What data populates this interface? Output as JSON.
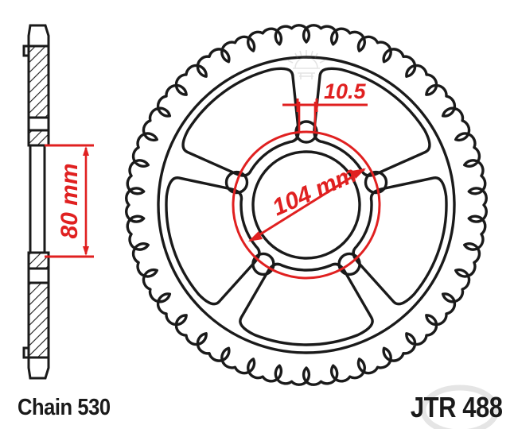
{
  "drawing": {
    "title": "JT rear sprocket technical drawing",
    "views": {
      "side": {
        "name": "side-section-view",
        "hatched": true
      },
      "front": {
        "name": "front-face-view",
        "teeth": 38,
        "spokes": 5,
        "bolt_holes": 5
      }
    }
  },
  "dimensions": {
    "thickness": {
      "value": "80 mm",
      "orientation": "vertical",
      "color": "#e02020"
    },
    "bolt_hole": {
      "value": "10.5",
      "orientation": "horizontal",
      "color": "#e02020"
    },
    "pcd": {
      "value": "104 mm",
      "orientation": "diagonal",
      "color": "#e02020"
    }
  },
  "labels": {
    "chain": "Chain 530",
    "part_number": "JTR 488"
  },
  "colors": {
    "outline": "#1a1a1a",
    "dimension": "#e02020",
    "background": "#ffffff",
    "watermark": "#9a9a9a"
  }
}
